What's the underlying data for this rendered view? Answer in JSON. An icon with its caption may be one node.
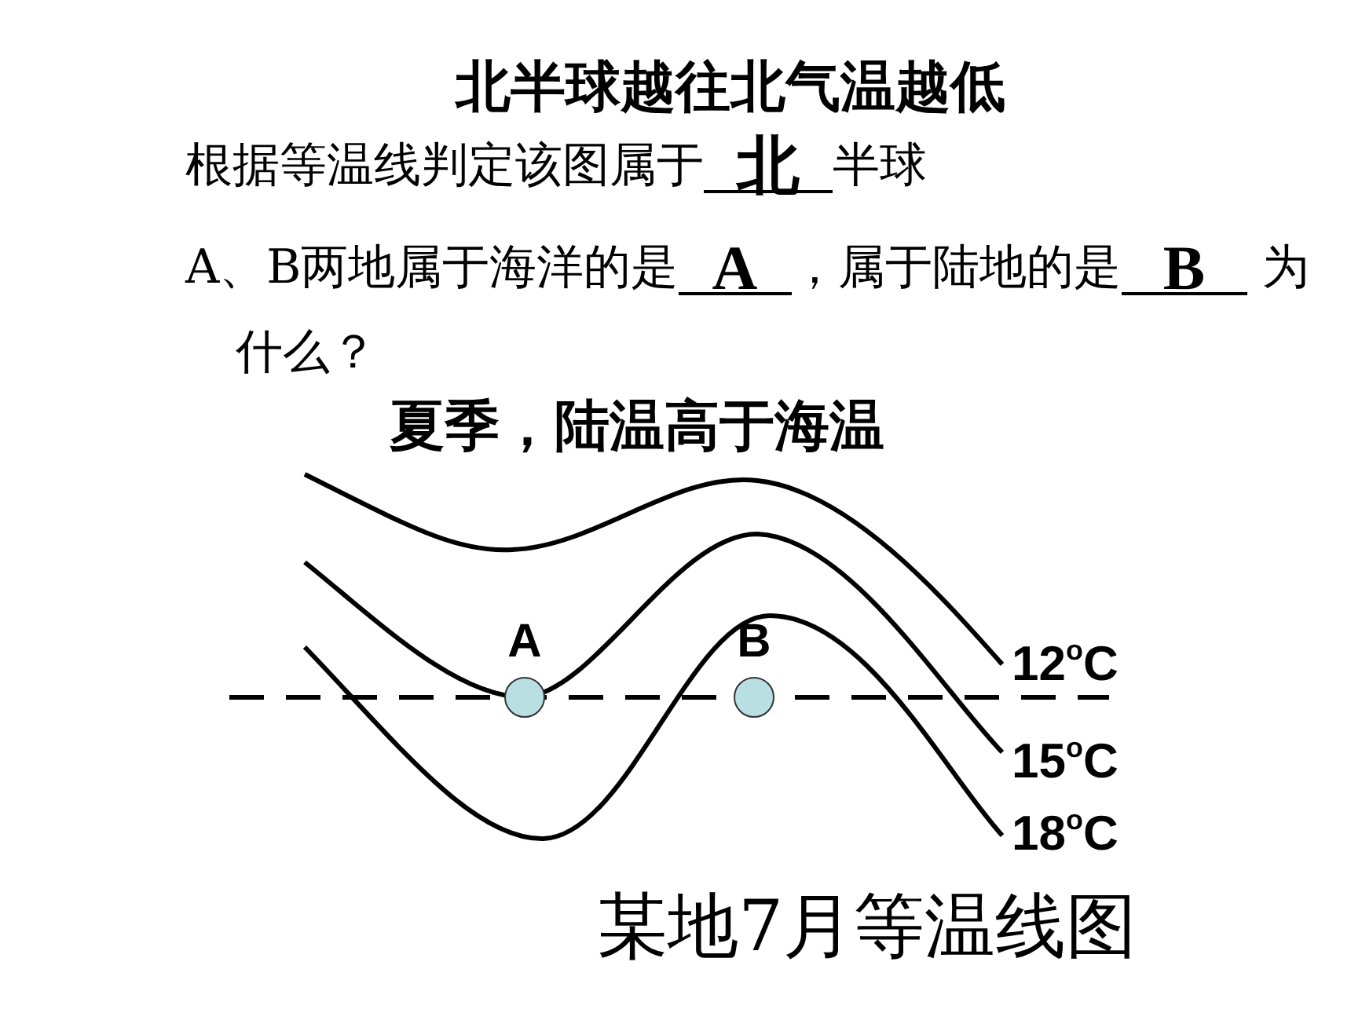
{
  "diagram": {
    "title": "北半球越往北气温越低",
    "caption": "某地7月等温线图",
    "nodes": [
      {
        "text": [],
        "shape": "circle",
        "beside": [
          "A"
        ]
      },
      {
        "text": [],
        "shape": "circle",
        "beside": [
          "B"
        ]
      }
    ],
    "labels": [
      "根据等温线判定该图属于",
      "北",
      "半球",
      "A、B两地属于海洋的是",
      "A",
      "，属于陆地的是",
      "B",
      "为什么？",
      "夏季，陆温高于海温",
      "12$^{o}$C",
      "15$^{o}$C",
      "18$^{o}$C"
    ]
  }
}
